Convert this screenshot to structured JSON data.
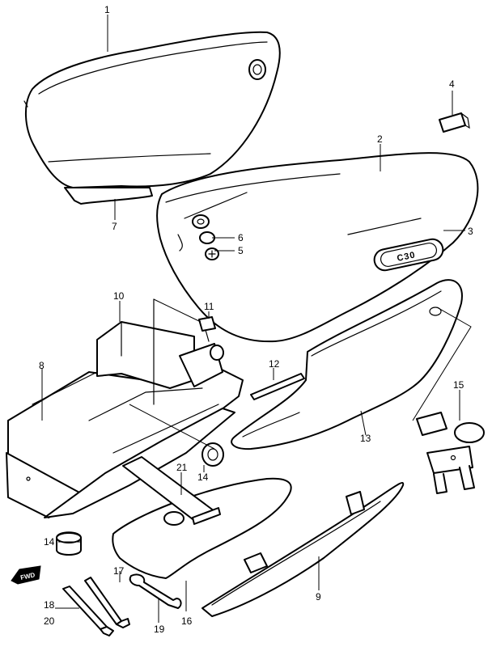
{
  "diagram": {
    "callouts": [
      {
        "id": "c1",
        "text": "1"
      },
      {
        "id": "c2",
        "text": "2"
      },
      {
        "id": "c3",
        "text": "3"
      },
      {
        "id": "c4",
        "text": "4"
      },
      {
        "id": "c5",
        "text": "5"
      },
      {
        "id": "c6",
        "text": "6"
      },
      {
        "id": "c7",
        "text": "7"
      },
      {
        "id": "c8",
        "text": "8"
      },
      {
        "id": "c9",
        "text": "9"
      },
      {
        "id": "c10",
        "text": "10"
      },
      {
        "id": "c11",
        "text": "11"
      },
      {
        "id": "c12",
        "text": "12"
      },
      {
        "id": "c13",
        "text": "13"
      },
      {
        "id": "c14a",
        "text": "14"
      },
      {
        "id": "c14b",
        "text": "14"
      },
      {
        "id": "c15",
        "text": "15"
      },
      {
        "id": "c16",
        "text": "16"
      },
      {
        "id": "c17",
        "text": "17"
      },
      {
        "id": "c18",
        "text": "18"
      },
      {
        "id": "c19",
        "text": "19"
      },
      {
        "id": "c20",
        "text": "20"
      },
      {
        "id": "c21",
        "text": "21"
      }
    ],
    "emblem_text": "C30",
    "forward_arrow_text": "FWD",
    "line_color": "#000000",
    "background_color": "#ffffff"
  }
}
